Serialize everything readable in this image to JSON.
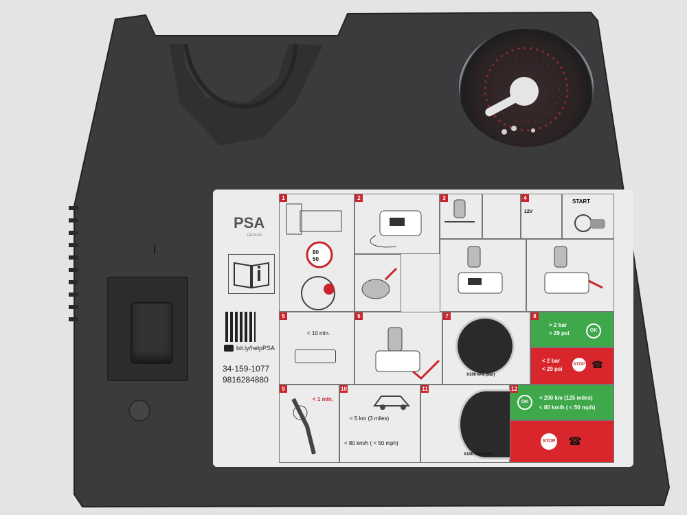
{
  "label": {
    "logo": "PSA",
    "logo_sub": "GROUPE",
    "url": "bit.ly/helpPSA",
    "part_number_1": "34-159-1077",
    "part_number_2": "9816284880",
    "steps": {
      "s1": "1",
      "s2": "2",
      "s3": "3",
      "s4": "4",
      "s5": "5",
      "s6": "6",
      "s7": "7",
      "s8": "8",
      "s9": "9",
      "s10": "10",
      "s11": "11",
      "s12": "12"
    },
    "speed_top": "80",
    "speed_bottom": "50",
    "start": "START",
    "volt": "12V",
    "time_10": "< 10 min.",
    "time_1": "< 1 min.",
    "dist_5": "< 5 km (3 miles)",
    "speed_80": "< 80 km/h ( < 50 mph)",
    "ok": "OK",
    "stop": "STOP",
    "above_bar": "> 2 bar",
    "above_psi": "> 29 psi",
    "below_bar": "< 2 bar",
    "below_psi": "< 29 psi",
    "drive_200": "< 200 km (125 miles)",
    "drive_speed": "< 80 km/h ( < 50 mph)",
    "gauge_unit": "X100 kPa (bar)"
  }
}
